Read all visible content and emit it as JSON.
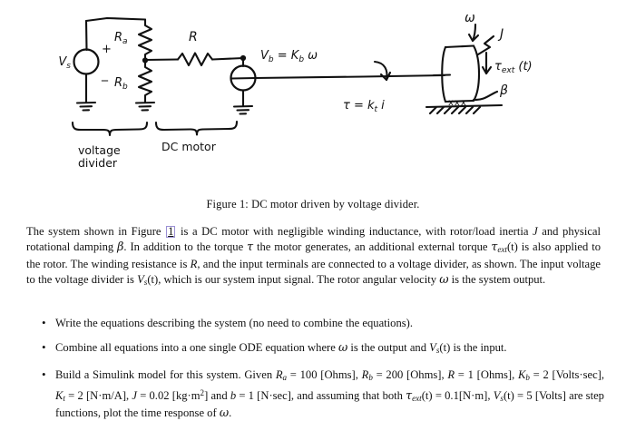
{
  "document": {
    "type": "homework-problem-sheet",
    "figure": {
      "caption": "Figure 1: DC motor driven by voltage divider.",
      "alt": "Hand-drawn schematic: a voltage source Vs feeds a voltage divider of Ra and Rb; the divider midpoint connects through winding resistance R to a back-EMF source Vb = Kb w, whose shaft drives a rotor/load disc with inertia J, damping B and external torque Text(t); shaft torque is T = Kt i and angular velocity is w.",
      "labels": {
        "source": "V",
        "source_sub": "s",
        "source_plus": "+",
        "source_minus": "−",
        "ra": "R",
        "ra_sub": "a",
        "rb": "R",
        "rb_sub": "b",
        "r": "R",
        "back_emf": "Vᵇ = Kᵇ ω",
        "torque": "τ = kₜ i",
        "omega": "ω",
        "inertia": "J",
        "text_torque": "τₑₓₜ (t)",
        "damping": "β",
        "hatch": "xxx",
        "brace_left": "voltage",
        "brace_left_line2": "divider",
        "brace_right": "DC motor"
      }
    },
    "paragraph": {
      "part1": "The system shown in Figure ",
      "figure_ref": "1",
      "part2": " is a DC motor with negligible winding inductance, with rotor/load inertia ",
      "sym_J": "J",
      "part3": " and physical rotational damping ",
      "sym_beta": "β",
      "part4": ". In addition to the torque ",
      "sym_tau": "τ",
      "part5": " the motor generates, an additional external torque ",
      "sym_tau_ext": "τ",
      "sym_tau_ext_sub": "ext",
      "part6": "(t) is also applied to the rotor. The winding resistance is ",
      "sym_R": "R",
      "part7": ", and the input terminals are connected to a voltage divider, as shown. The input voltage to the voltage divider is ",
      "sym_Vs": "V",
      "sym_Vs_sub": "s",
      "part8": "(t), which is our system input signal. The rotor angular velocity ",
      "sym_omega": "ω",
      "part9": " is the system output."
    },
    "bullets": [
      {
        "marker": "•",
        "text": "Write the equations describing the system (no need to combine the equations)."
      },
      {
        "marker": "•",
        "prefix": "Combine all equations into a one single ODE equation where ",
        "sym_omega": "ω",
        "mid": " is the output and ",
        "sym_Vs": "V",
        "sym_Vs_sub": "s",
        "suffix": "(t) is the input."
      },
      {
        "marker": "•",
        "lead": "Build a Simulink model for this system. Given ",
        "givens": [
          {
            "sym": "R",
            "sub": "a",
            "eq": " = 100 [Ohms], "
          },
          {
            "sym": "R",
            "sub": "b",
            "eq": " = 200 [Ohms], "
          },
          {
            "sym": "R",
            "sub": "",
            "eq": " = 1 [Ohms], "
          },
          {
            "sym": "K",
            "sub": "b",
            "eq": " = 2 [Volts·sec], "
          },
          {
            "sym": "K",
            "sub": "t",
            "eq": " = 2 [N·m/A], "
          },
          {
            "sym": "J",
            "sub": "",
            "eq": " = 0.02 [kg·m"
          },
          {
            "sym": "",
            "sub": "",
            "eq": "] and "
          },
          {
            "sym": "b",
            "sub": "",
            "eq": " = 1 [N·sec], "
          }
        ],
        "exponent": "2",
        "tail_lead": "and assuming that both ",
        "sym_tau_ext": "τ",
        "sym_tau_ext_sub": "ext",
        "tail_mid": "(t) = 0.1[N·m], ",
        "sym_Vs": "V",
        "sym_Vs_sub": "s",
        "tail_end": "(t) = 5 [Volts] are step functions, plot the time response of ",
        "sym_omega": "ω",
        "tail_period": "."
      }
    ]
  },
  "colors": {
    "ink": "#111111",
    "page_background": "#ffffff",
    "link_border": "#9a8fd4"
  }
}
